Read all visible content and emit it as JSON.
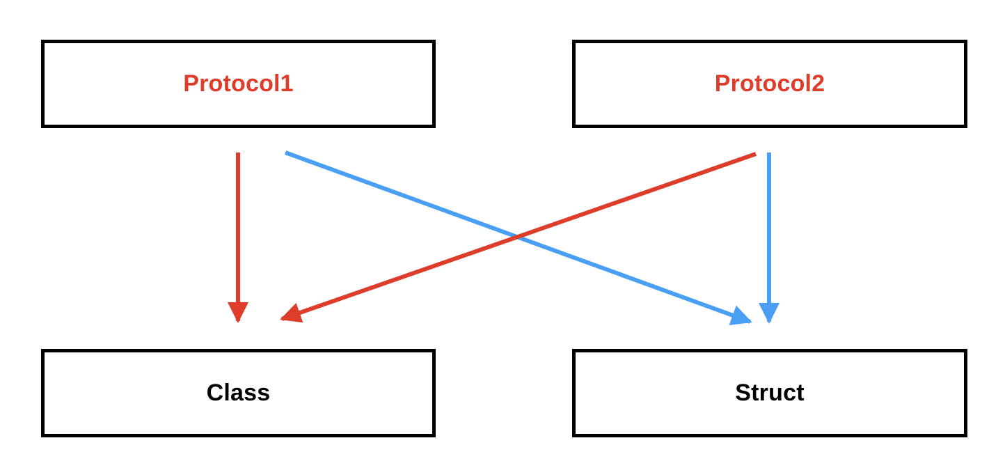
{
  "colors": {
    "protocol1": "#dd3e2b",
    "protocol2_to_class": "#dd3e2b",
    "protocol_text": "#dd3e2b",
    "type_text": "#000000",
    "blue": "#4a9ff5",
    "border": "#000000"
  },
  "nodes": {
    "protocol1": {
      "label": "Protocol1"
    },
    "protocol2": {
      "label": "Protocol2"
    },
    "class": {
      "label": "Class"
    },
    "struct": {
      "label": "Struct"
    }
  },
  "edges": [
    {
      "from": "protocol1",
      "to": "class",
      "color": "red"
    },
    {
      "from": "protocol1",
      "to": "struct",
      "color": "blue"
    },
    {
      "from": "protocol2",
      "to": "class",
      "color": "red"
    },
    {
      "from": "protocol2",
      "to": "struct",
      "color": "blue"
    }
  ]
}
